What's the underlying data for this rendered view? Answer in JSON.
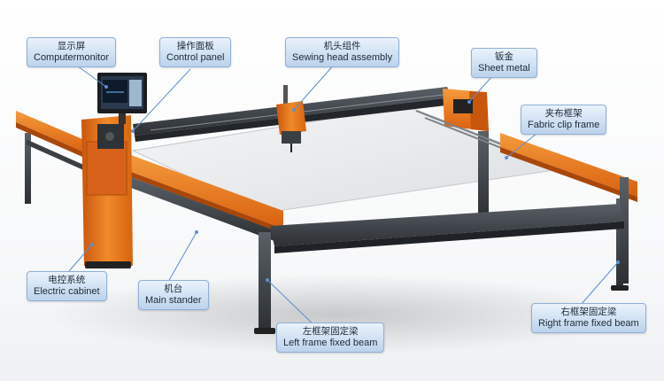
{
  "callouts": {
    "monitor": {
      "zh": "显示屏",
      "en": "Computermonitor"
    },
    "panel": {
      "zh": "操作面板",
      "en": "Control panel"
    },
    "head": {
      "zh": "机头组件",
      "en": "Sewing head assembly"
    },
    "sheet": {
      "zh": "钣金",
      "en": "Sheet metal"
    },
    "clip": {
      "zh": "夹布框架",
      "en": "Fabric clip frame"
    },
    "cabinet": {
      "zh": "电控系统",
      "en": "Electric cabinet"
    },
    "stander": {
      "zh": "机台",
      "en": "Main stander"
    },
    "leftbeam": {
      "zh": "左框架固定梁",
      "en": "Left frame fixed beam"
    },
    "rightbeam": {
      "zh": "右框架固定梁",
      "en": "Right frame fixed beam"
    }
  },
  "colors": {
    "orange": "#e8721a",
    "steel": "#3c4146",
    "callout": "#bcd3ec"
  }
}
